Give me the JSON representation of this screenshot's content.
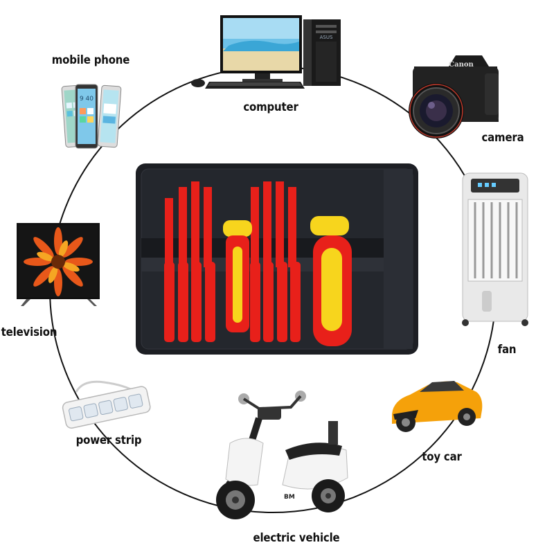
{
  "labels": {
    "computer": "computer",
    "mobile_phone": "mobile phone",
    "camera": "camera",
    "television": "television",
    "fan": "fan",
    "power_strip": "power strip",
    "toy_car": "toy car",
    "electric_vehicle": "electric vehicle"
  },
  "camera_brand": "Canon",
  "computer_brand": "ASUS",
  "phone_time": "9 40",
  "scooter_badge": "BM",
  "colors": {
    "tool_red": "#e8201a",
    "tool_yellow": "#f7d51d",
    "pouch": "#1d1f24",
    "ring": "#111111",
    "car_orange": "#f5a10a"
  },
  "icons": {
    "computer": "desktop-computer-icon",
    "mobile_phone": "smartphones-icon",
    "camera": "dslr-camera-icon",
    "television": "television-icon",
    "fan": "air-cooler-fan-icon",
    "power_strip": "power-strip-icon",
    "toy_car": "toy-car-icon",
    "electric_vehicle": "electric-scooter-icon",
    "tool_kit": "screwdriver-kit-icon"
  }
}
